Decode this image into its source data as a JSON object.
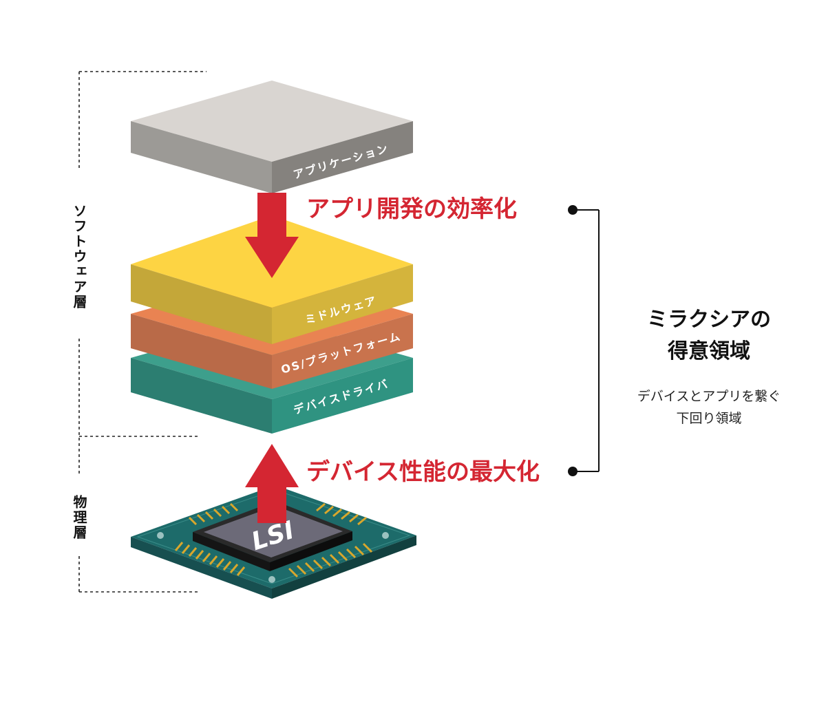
{
  "layers": {
    "application": "アプリケーション",
    "middleware": "ミドルウェア",
    "os_platform": "OS/プラットフォーム",
    "device_driver": "デバイスドライバ",
    "chip": "LSI"
  },
  "arrows": {
    "top": "アプリ開発の効率化",
    "bottom": "デバイス性能の最大化"
  },
  "side_labels": {
    "software": "ソフトウェア層",
    "physical": "物理層"
  },
  "domain": {
    "title_line1": "ミラクシアの",
    "title_line2": "得意領域",
    "desc_line1": "デバイスとアプリを繋ぐ",
    "desc_line2": "下回り領域"
  },
  "colors": {
    "accent_red": "#d42632",
    "application_top": "#d9d5d1",
    "middleware_top": "#fdd443",
    "os_top": "#e97e52",
    "driver_top": "#3a9e8b",
    "chip_board": "#1d6b6a"
  }
}
